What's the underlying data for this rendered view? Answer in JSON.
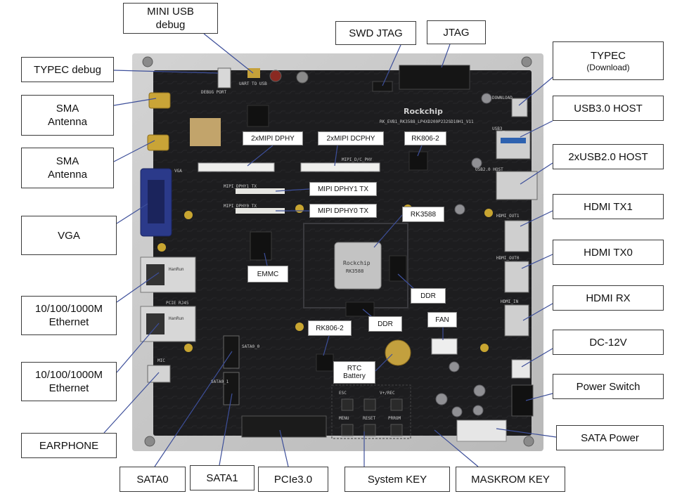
{
  "colors": {
    "board": "#1d1d1f",
    "plate": "#c9c9c9",
    "connector": "#202020",
    "leader": "#3d4f9a"
  },
  "labels": {
    "mini_usb_debug": [
      "MINI USB",
      "debug"
    ],
    "swd_jtag": "SWD JTAG",
    "jtag": "JTAG",
    "typec_debug": "TYPEC debug",
    "typec_download": [
      "TYPEC",
      "(Download)"
    ],
    "sma_antenna_1": [
      "SMA",
      "Antenna"
    ],
    "sma_antenna_2": [
      "SMA",
      "Antenna"
    ],
    "usb3_host": "USB3.0 HOST",
    "usb2_host": "2xUSB2.0 HOST",
    "vga": "VGA",
    "hdmi_tx1": "HDMI TX1",
    "hdmi_tx0": "HDMI TX0",
    "ethernet_1": [
      "10/100/1000M",
      "Ethernet"
    ],
    "hdmi_rx": "HDMI RX",
    "dc_12v": "DC-12V",
    "ethernet_2": [
      "10/100/1000M",
      "Ethernet"
    ],
    "power_switch": "Power Switch",
    "earphone": "EARPHONE",
    "sata_power": "SATA Power",
    "sata0": "SATA0",
    "sata1": "SATA1",
    "pcie": "PCIe3.0",
    "system_key": "System KEY",
    "maskrom_key": "MASKROM KEY"
  },
  "chips": {
    "mipi_dphy_2x": "2xMIPI DPHY",
    "mipi_dcphy_2x": "2xMIPI DCPHY",
    "rk806_top": "RK806-2",
    "mipi_dphy1_tx": "MIPI DPHY1 TX",
    "mipi_dphy0_tx": "MIPI DPHY0 TX",
    "rk3588": "RK3588",
    "emmc": "EMMC",
    "ddr_right": "DDR",
    "rk806_bottom": "RK806-2",
    "ddr_bottom": "DDR",
    "fan": "FAN",
    "rtc_battery": [
      "RTC",
      "Battery"
    ]
  },
  "silkscreen": {
    "brand": "Rockchip",
    "board_id": "RK_EVB1_RK3588_LP4XD200P232SD10H1_V11",
    "soc_brand": "Rockchip",
    "soc_part": "RK3588",
    "eth_brand": "HanRun",
    "esc": "ESC",
    "vrec": "V+/REC",
    "menu": "MENU",
    "reset": "RESET",
    "prrom": "PRROM",
    "hdmi_out1": "HDMI_OUT1",
    "hdmi_out0": "HDMI_OUT0",
    "hdmi_in": "HDMI_IN",
    "usb2_host": "USB2.0 HOST",
    "usb3": "USB3_",
    "download": "DOWNLOAD",
    "sata0": "SATA0_0",
    "sata1": "SATA0_1",
    "vga": "VGA",
    "mic": "MIC",
    "mipi_dphy1": "MIPI_DPHY1_TX",
    "mipi_dphy0": "MIPI_DPHY0_TX",
    "mipi_dcphy": "MIPI_D/C_PHY",
    "debug_port": "DEBUG PORT",
    "uart_to_usb": "UART TO USB",
    "pcie_rj45": "PCIE RJ45"
  }
}
